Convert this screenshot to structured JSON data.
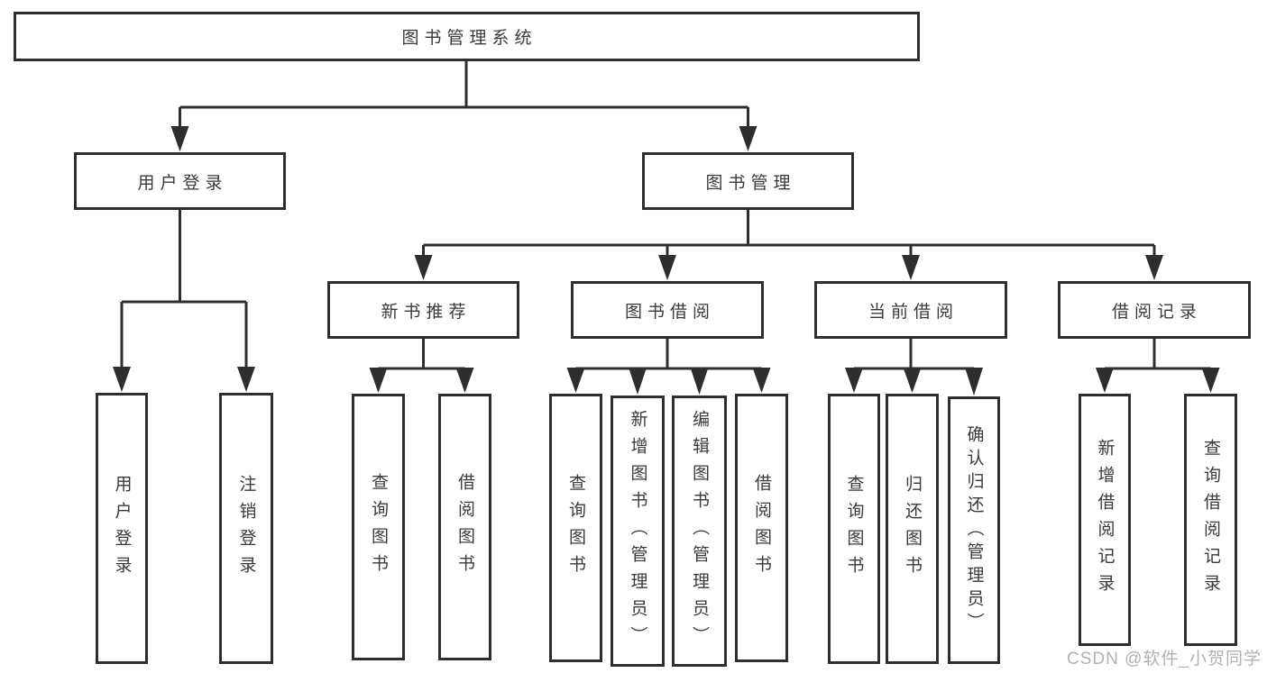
{
  "diagram": {
    "root": {
      "label": "图书管理系统"
    },
    "level2": {
      "user_login": {
        "label": "用户登录"
      },
      "book_management": {
        "label": "图书管理"
      }
    },
    "level3": {
      "new_book_recommend": {
        "label": "新书推荐"
      },
      "book_borrowing": {
        "label": "图书借阅"
      },
      "current_borrowing": {
        "label": "当前借阅"
      },
      "borrowing_records": {
        "label": "借阅记录"
      }
    },
    "leaves": {
      "login": [
        "用户登录",
        "注销登录"
      ],
      "recommend": [
        "查询图书",
        "借阅图书"
      ],
      "borrow": [
        "查询图书",
        "新增图书（管理员）",
        "编辑图书（管理员）",
        "借阅图书"
      ],
      "current": [
        "查询图书",
        "归还图书",
        "确认归还（管理员）"
      ],
      "records": [
        "新增借阅记录",
        "查询借阅记录"
      ]
    }
  },
  "watermark": {
    "text": "CSDN @软件_小贺同学"
  },
  "colors": {
    "line": "#2e2e2e",
    "text": "#3a3a3a",
    "watermark": "#9e9e9e"
  }
}
